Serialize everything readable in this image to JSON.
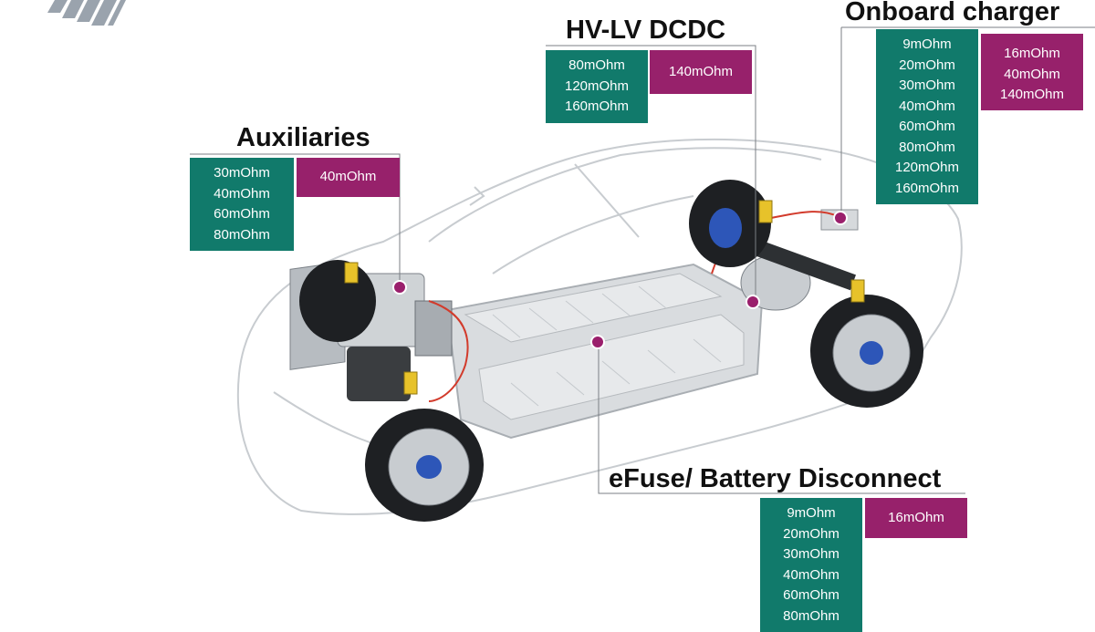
{
  "colors": {
    "green": "#117a6b",
    "purple": "#97216b",
    "marker": "#9a1f6c"
  },
  "auxiliaries": {
    "title": "Auxiliaries",
    "green_values": [
      "30mOhm",
      "40mOhm",
      "60mOhm",
      "80mOhm"
    ],
    "purple_values": [
      "40mOhm"
    ]
  },
  "hvlv": {
    "title": "HV-LV DCDC",
    "green_values": [
      "80mOhm",
      "120mOhm",
      "160mOhm"
    ],
    "purple_values": [
      "140mOhm"
    ]
  },
  "onboard": {
    "title": "Onboard charger",
    "green_values": [
      "9mOhm",
      "20mOhm",
      "30mOhm",
      "40mOhm",
      "60mOhm",
      "80mOhm",
      "120mOhm",
      "160mOhm"
    ],
    "purple_values": [
      "16mOhm",
      "40mOhm",
      "140mOhm"
    ]
  },
  "efuse": {
    "title": "eFuse/ Battery Disconnect",
    "green_values": [
      "9mOhm",
      "20mOhm",
      "30mOhm",
      "40mOhm",
      "60mOhm",
      "80mOhm"
    ],
    "purple_values": [
      "16mOhm"
    ]
  }
}
